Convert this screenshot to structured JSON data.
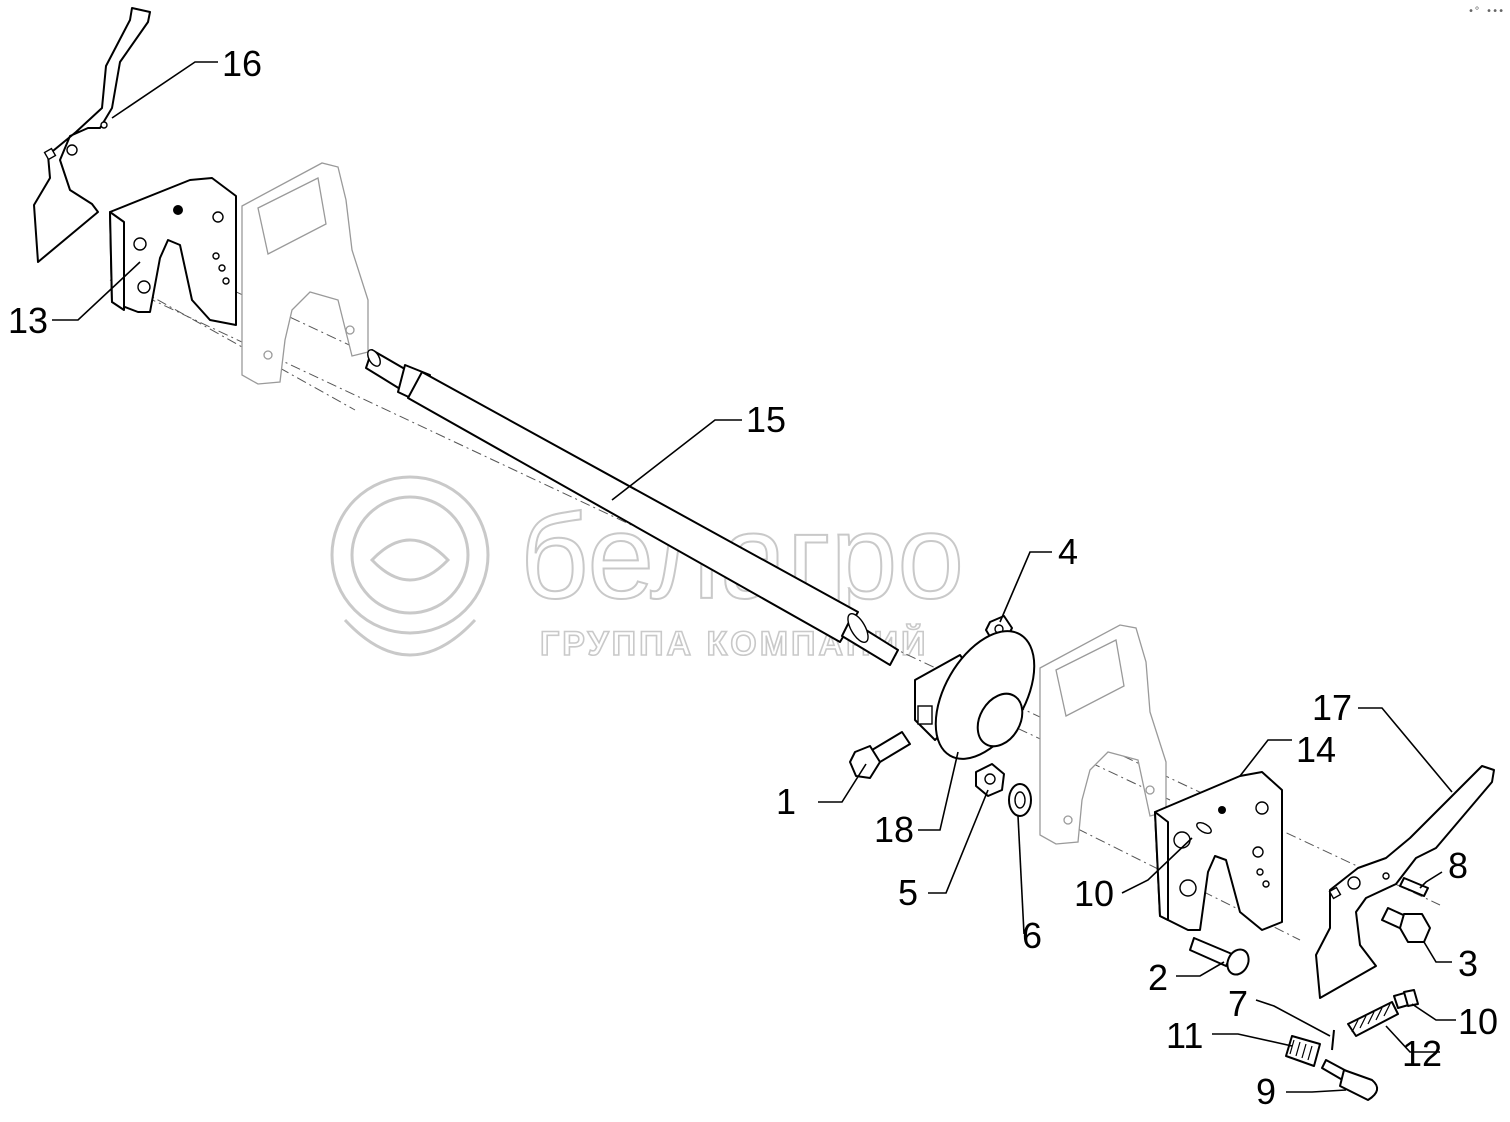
{
  "watermark": {
    "brand": "белагро",
    "subtitle": "ГРУППА КОМПАНИЙ"
  },
  "corner_mark": "•° •••",
  "callouts": [
    {
      "id": "16a",
      "text": "16"
    },
    {
      "id": "13",
      "text": "13"
    },
    {
      "id": "15",
      "text": "15"
    },
    {
      "id": "4",
      "text": "4"
    },
    {
      "id": "17",
      "text": "17"
    },
    {
      "id": "14",
      "text": "14"
    },
    {
      "id": "1",
      "text": "1"
    },
    {
      "id": "18",
      "text": "18"
    },
    {
      "id": "5",
      "text": "5"
    },
    {
      "id": "6",
      "text": "6"
    },
    {
      "id": "10a",
      "text": "10"
    },
    {
      "id": "8",
      "text": "8"
    },
    {
      "id": "3",
      "text": "3"
    },
    {
      "id": "2",
      "text": "2"
    },
    {
      "id": "10b",
      "text": "10"
    },
    {
      "id": "7",
      "text": "7"
    },
    {
      "id": "11",
      "text": "11"
    },
    {
      "id": "12",
      "text": "12"
    },
    {
      "id": "9",
      "text": "9"
    }
  ]
}
